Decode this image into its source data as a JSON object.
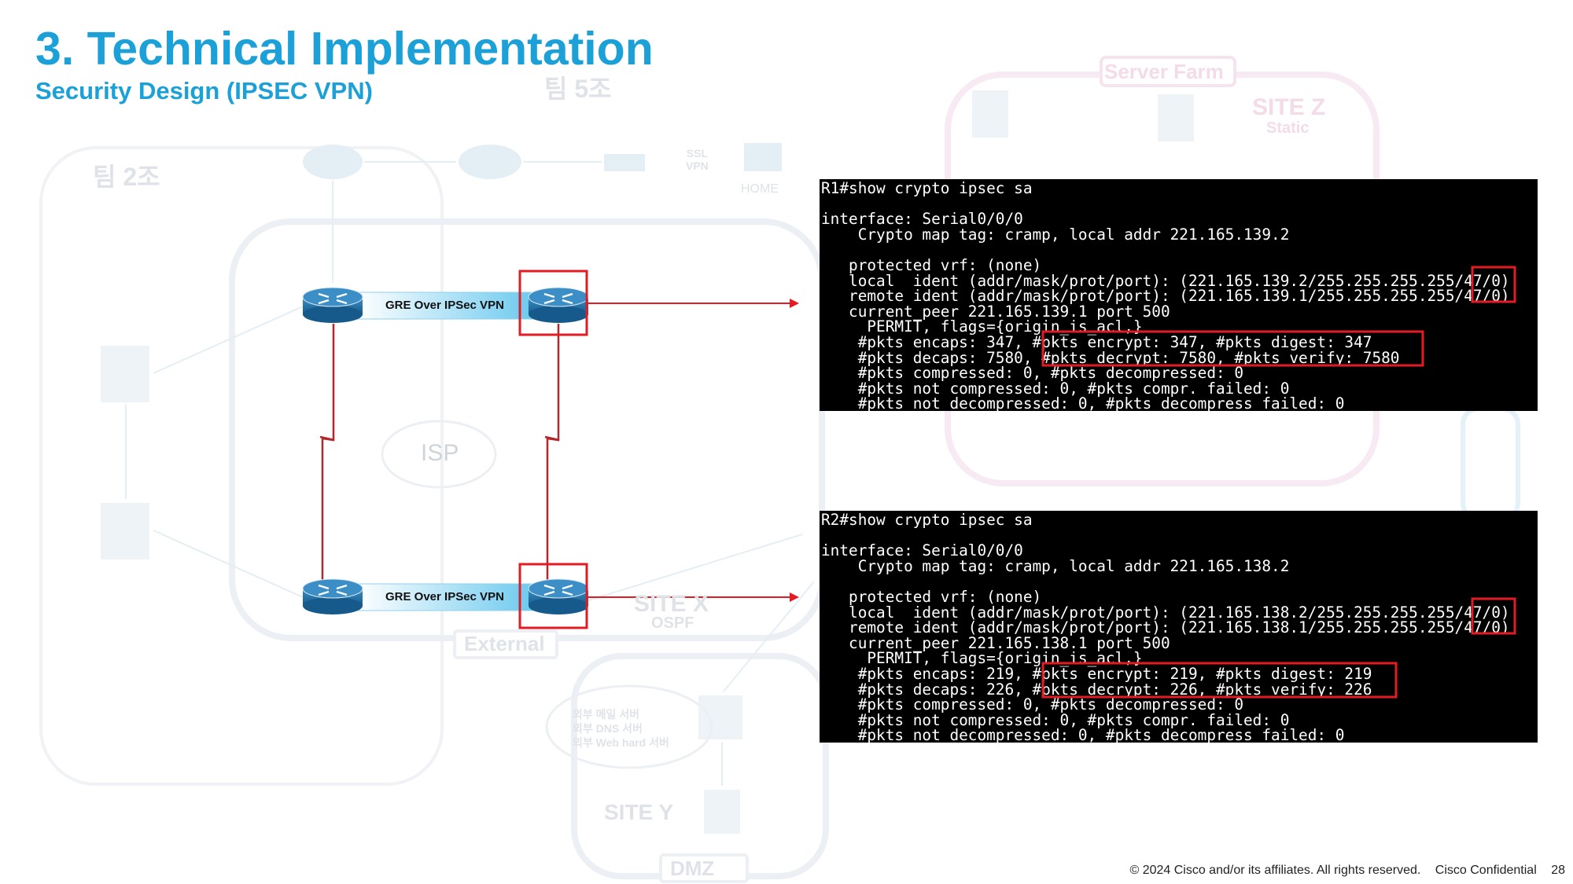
{
  "header": {
    "title": "3. Technical Implementation",
    "subtitle": "Security Design (IPSEC VPN)"
  },
  "diagram": {
    "team_2": "팀 2조",
    "team_5": "팀 5조",
    "isp_label": "ISP",
    "vpn_label_top": "GRE Over IPSec VPN",
    "vpn_label_bottom": "GRE Over IPSec VPN",
    "ssl_vpn": "SSL\nVPN",
    "home_label": "HOME",
    "server_farm": "Server Farm",
    "site_z": "SITE Z",
    "site_z_sub": "Static",
    "site_x": "SITE X",
    "site_x_sub": "OSPF",
    "site_y": "SITE Y",
    "external": "External",
    "dmz": "DMZ",
    "dmz_servers": [
      "외부 메일 서버",
      "외부 DNS 서버",
      "외부 Web hard 서버"
    ]
  },
  "terminals": {
    "r1": [
      "R1#show crypto ipsec sa",
      "",
      "interface: Serial0/0/0",
      "    Crypto map tag: cramp, local addr 221.165.139.2",
      "",
      "   protected vrf: (none)",
      "   local  ident (addr/mask/prot/port): (221.165.139.2/255.255.255.255/47/0)",
      "   remote ident (addr/mask/prot/port): (221.165.139.1/255.255.255.255/47/0)",
      "   current_peer 221.165.139.1 port 500",
      "     PERMIT, flags={origin_is_acl,}",
      "    #pkts encaps: 347, #pkts encrypt: 347, #pkts digest: 347",
      "    #pkts decaps: 7580, #pkts decrypt: 7580, #pkts verify: 7580",
      "    #pkts compressed: 0, #pkts decompressed: 0",
      "    #pkts not compressed: 0, #pkts compr. failed: 0",
      "    #pkts not decompressed: 0, #pkts decompress failed: 0"
    ],
    "r2": [
      "R2#show crypto ipsec sa",
      "",
      "interface: Serial0/0/0",
      "    Crypto map tag: cramp, local addr 221.165.138.2",
      "",
      "   protected vrf: (none)",
      "   local  ident (addr/mask/prot/port): (221.165.138.2/255.255.255.255/47/0)",
      "   remote ident (addr/mask/prot/port): (221.165.138.1/255.255.255.255/47/0)",
      "   current_peer 221.165.138.1 port 500",
      "     PERMIT, flags={origin_is_acl,}",
      "    #pkts encaps: 219, #pkts encrypt: 219, #pkts digest: 219",
      "    #pkts decaps: 226, #pkts decrypt: 226, #pkts verify: 226",
      "    #pkts compressed: 0, #pkts decompressed: 0",
      "    #pkts not compressed: 0, #pkts compr. failed: 0",
      "    #pkts not decompressed: 0, #pkts decompress failed: 0"
    ]
  },
  "footer": {
    "copyright": "© 2024  Cisco and/or its affiliates. All rights reserved.",
    "confidential": "Cisco Confidential",
    "page_number": "28"
  },
  "colors": {
    "accent": "#1ba0d7",
    "highlight": "#e31b23",
    "router": "#1f6fa5"
  }
}
